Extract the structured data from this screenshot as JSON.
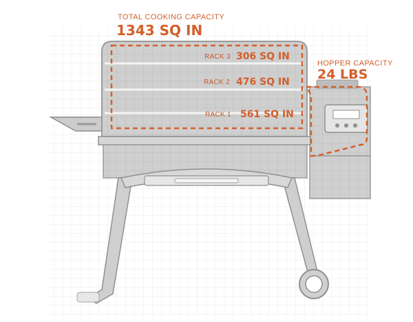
{
  "total": {
    "label": "TOTAL COOKING CAPACITY",
    "value": "1343 SQ IN"
  },
  "hopper": {
    "label": "HOPPER CAPACITY",
    "value": "24 LBS"
  },
  "racks": [
    {
      "name": "RACK 3",
      "value": "306 SQ IN"
    },
    {
      "name": "RACK 2",
      "value": "476 SQ IN"
    },
    {
      "name": "RACK 1",
      "value": "561 SQ IN"
    }
  ],
  "colors": {
    "accent": "#d35f2b",
    "grill": "#c4c4c4",
    "grid": "#e6e6e6"
  }
}
